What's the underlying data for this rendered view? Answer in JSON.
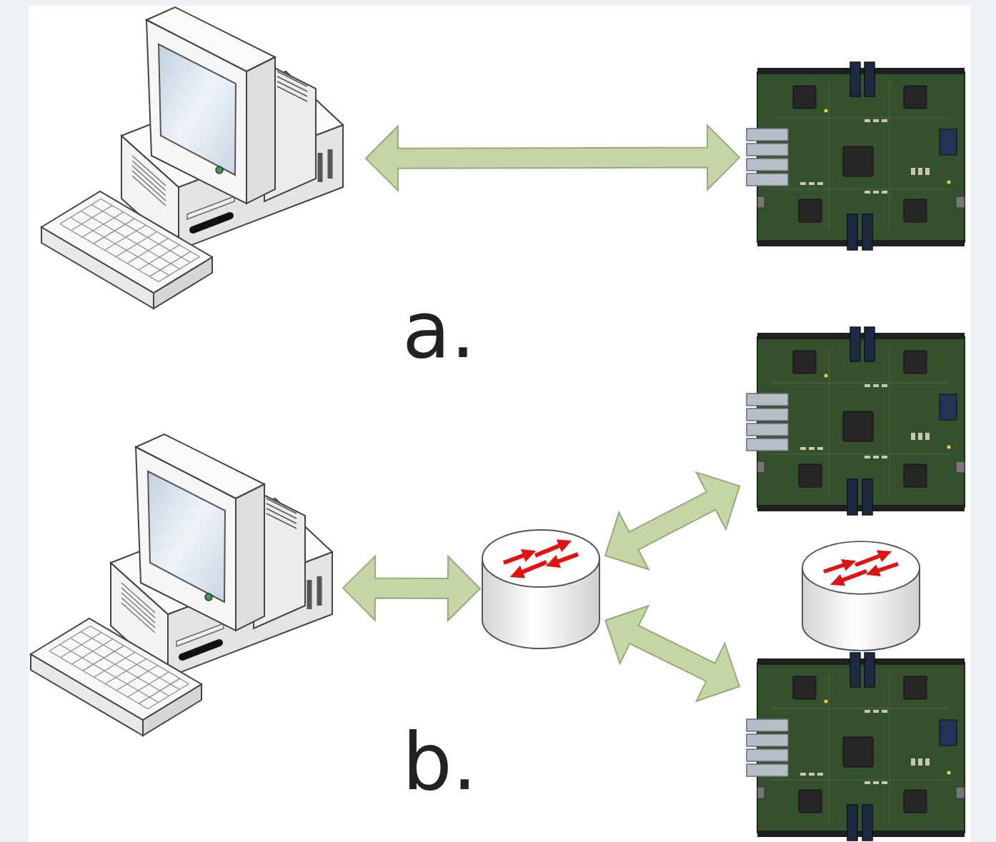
{
  "diagram": {
    "nodes": [
      {
        "text": []
      },
      {
        "text": []
      },
      {
        "text": []
      },
      {
        "text": []
      },
      {
        "text": []
      },
      {
        "text": []
      },
      {
        "text": []
      }
    ],
    "edges": [
      {
        "from": 0,
        "to": 1,
        "arrow": "both"
      },
      {
        "from": 3,
        "to": 4,
        "arrow": "both"
      },
      {
        "from": 4,
        "to": 2,
        "arrow": "both"
      },
      {
        "from": 4,
        "to": 6,
        "arrow": "both"
      }
    ],
    "labels": [
      "a.",
      "b."
    ]
  }
}
